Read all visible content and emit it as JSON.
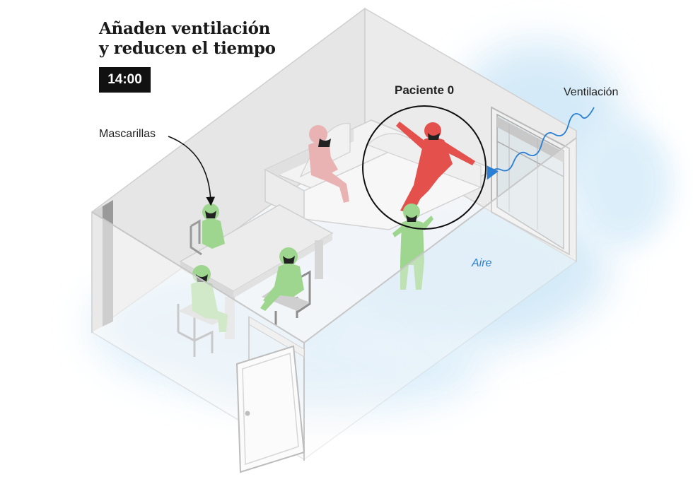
{
  "title": {
    "line1": "Añaden ventilación",
    "line2": "y reducen el tiempo"
  },
  "time": "14:00",
  "labels": {
    "masks": "Mascarillas",
    "patient_zero": "Paciente 0",
    "ventilation": "Ventilación",
    "air": "Aire"
  },
  "colors": {
    "infected": "#e4514d",
    "infected_light": "#eab3b3",
    "healthy": "#9fd68f",
    "air": "#2a7fd4",
    "air_haze": "#d3e9f8",
    "wall": "#e4e4e4",
    "mask": "#222222"
  },
  "icons": {
    "window": "window-icon",
    "door": "door-icon",
    "vent_arrow": "wavy-arrow-icon"
  }
}
